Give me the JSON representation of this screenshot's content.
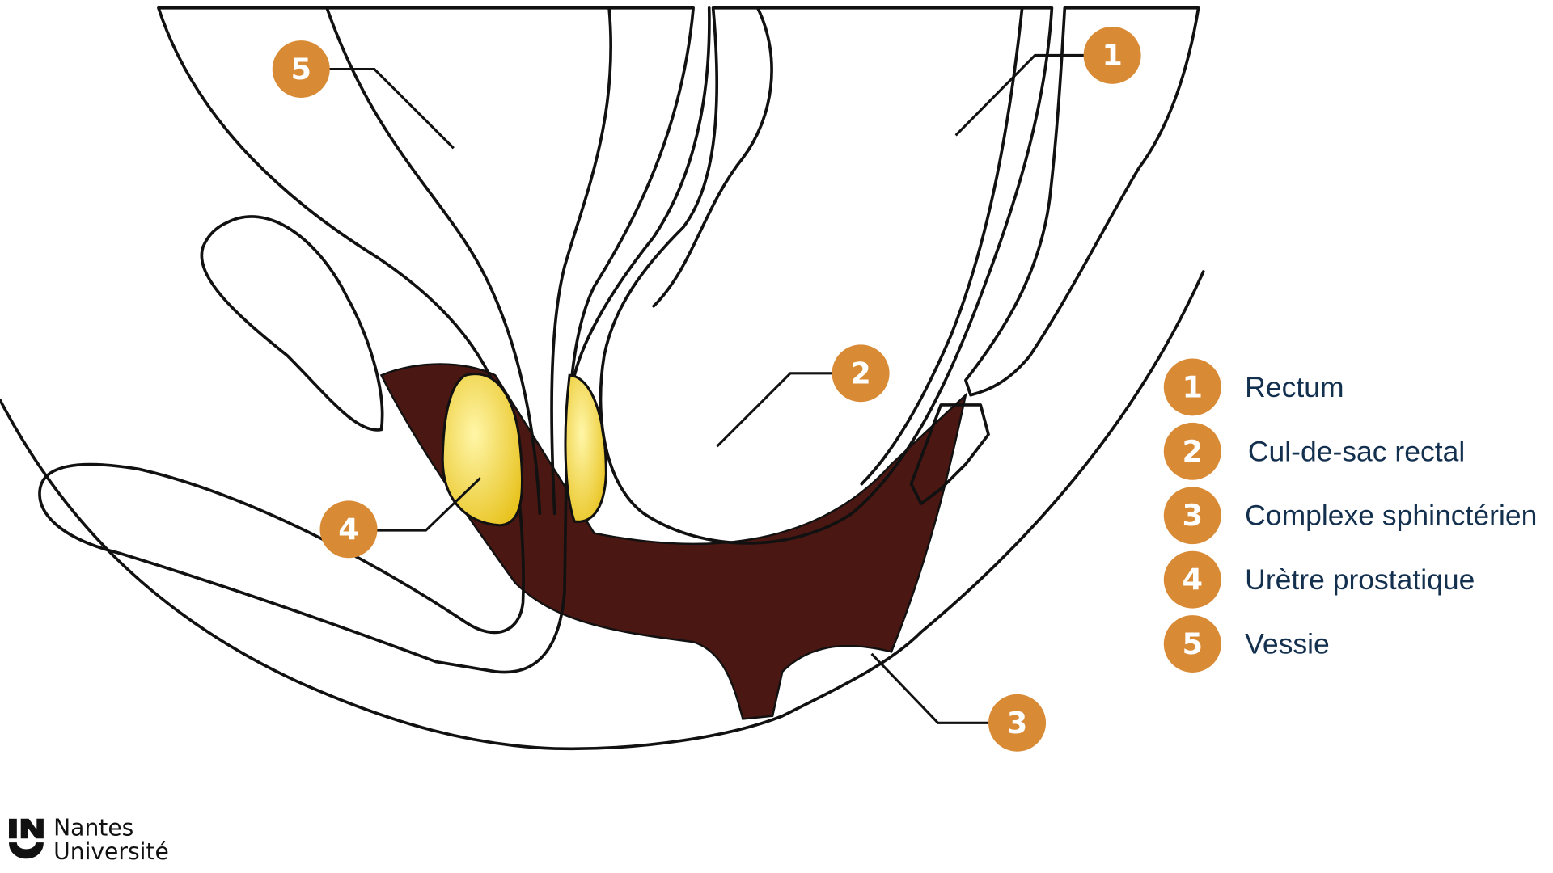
{
  "colors": {
    "badge": "#d98a35",
    "legend_text": "#14304f",
    "rectum": "#c97a64",
    "bladder": "#b9636a",
    "bone": "#9aa8d8",
    "prostate": "#f2d33a",
    "muscle": "#4a1712"
  },
  "callouts": [
    {
      "number": "1"
    },
    {
      "number": "2"
    },
    {
      "number": "3"
    },
    {
      "number": "4"
    },
    {
      "number": "5"
    }
  ],
  "legend": [
    {
      "number": "1",
      "label": "Rectum"
    },
    {
      "number": "2",
      "label": "Cul-de-sac rectal"
    },
    {
      "number": "3",
      "label": "Complexe sphinctérien"
    },
    {
      "number": "4",
      "label": "Urètre prostatique"
    },
    {
      "number": "5",
      "label": "Vessie"
    }
  ],
  "logo": {
    "line1": "Nantes",
    "line2": "Université"
  }
}
